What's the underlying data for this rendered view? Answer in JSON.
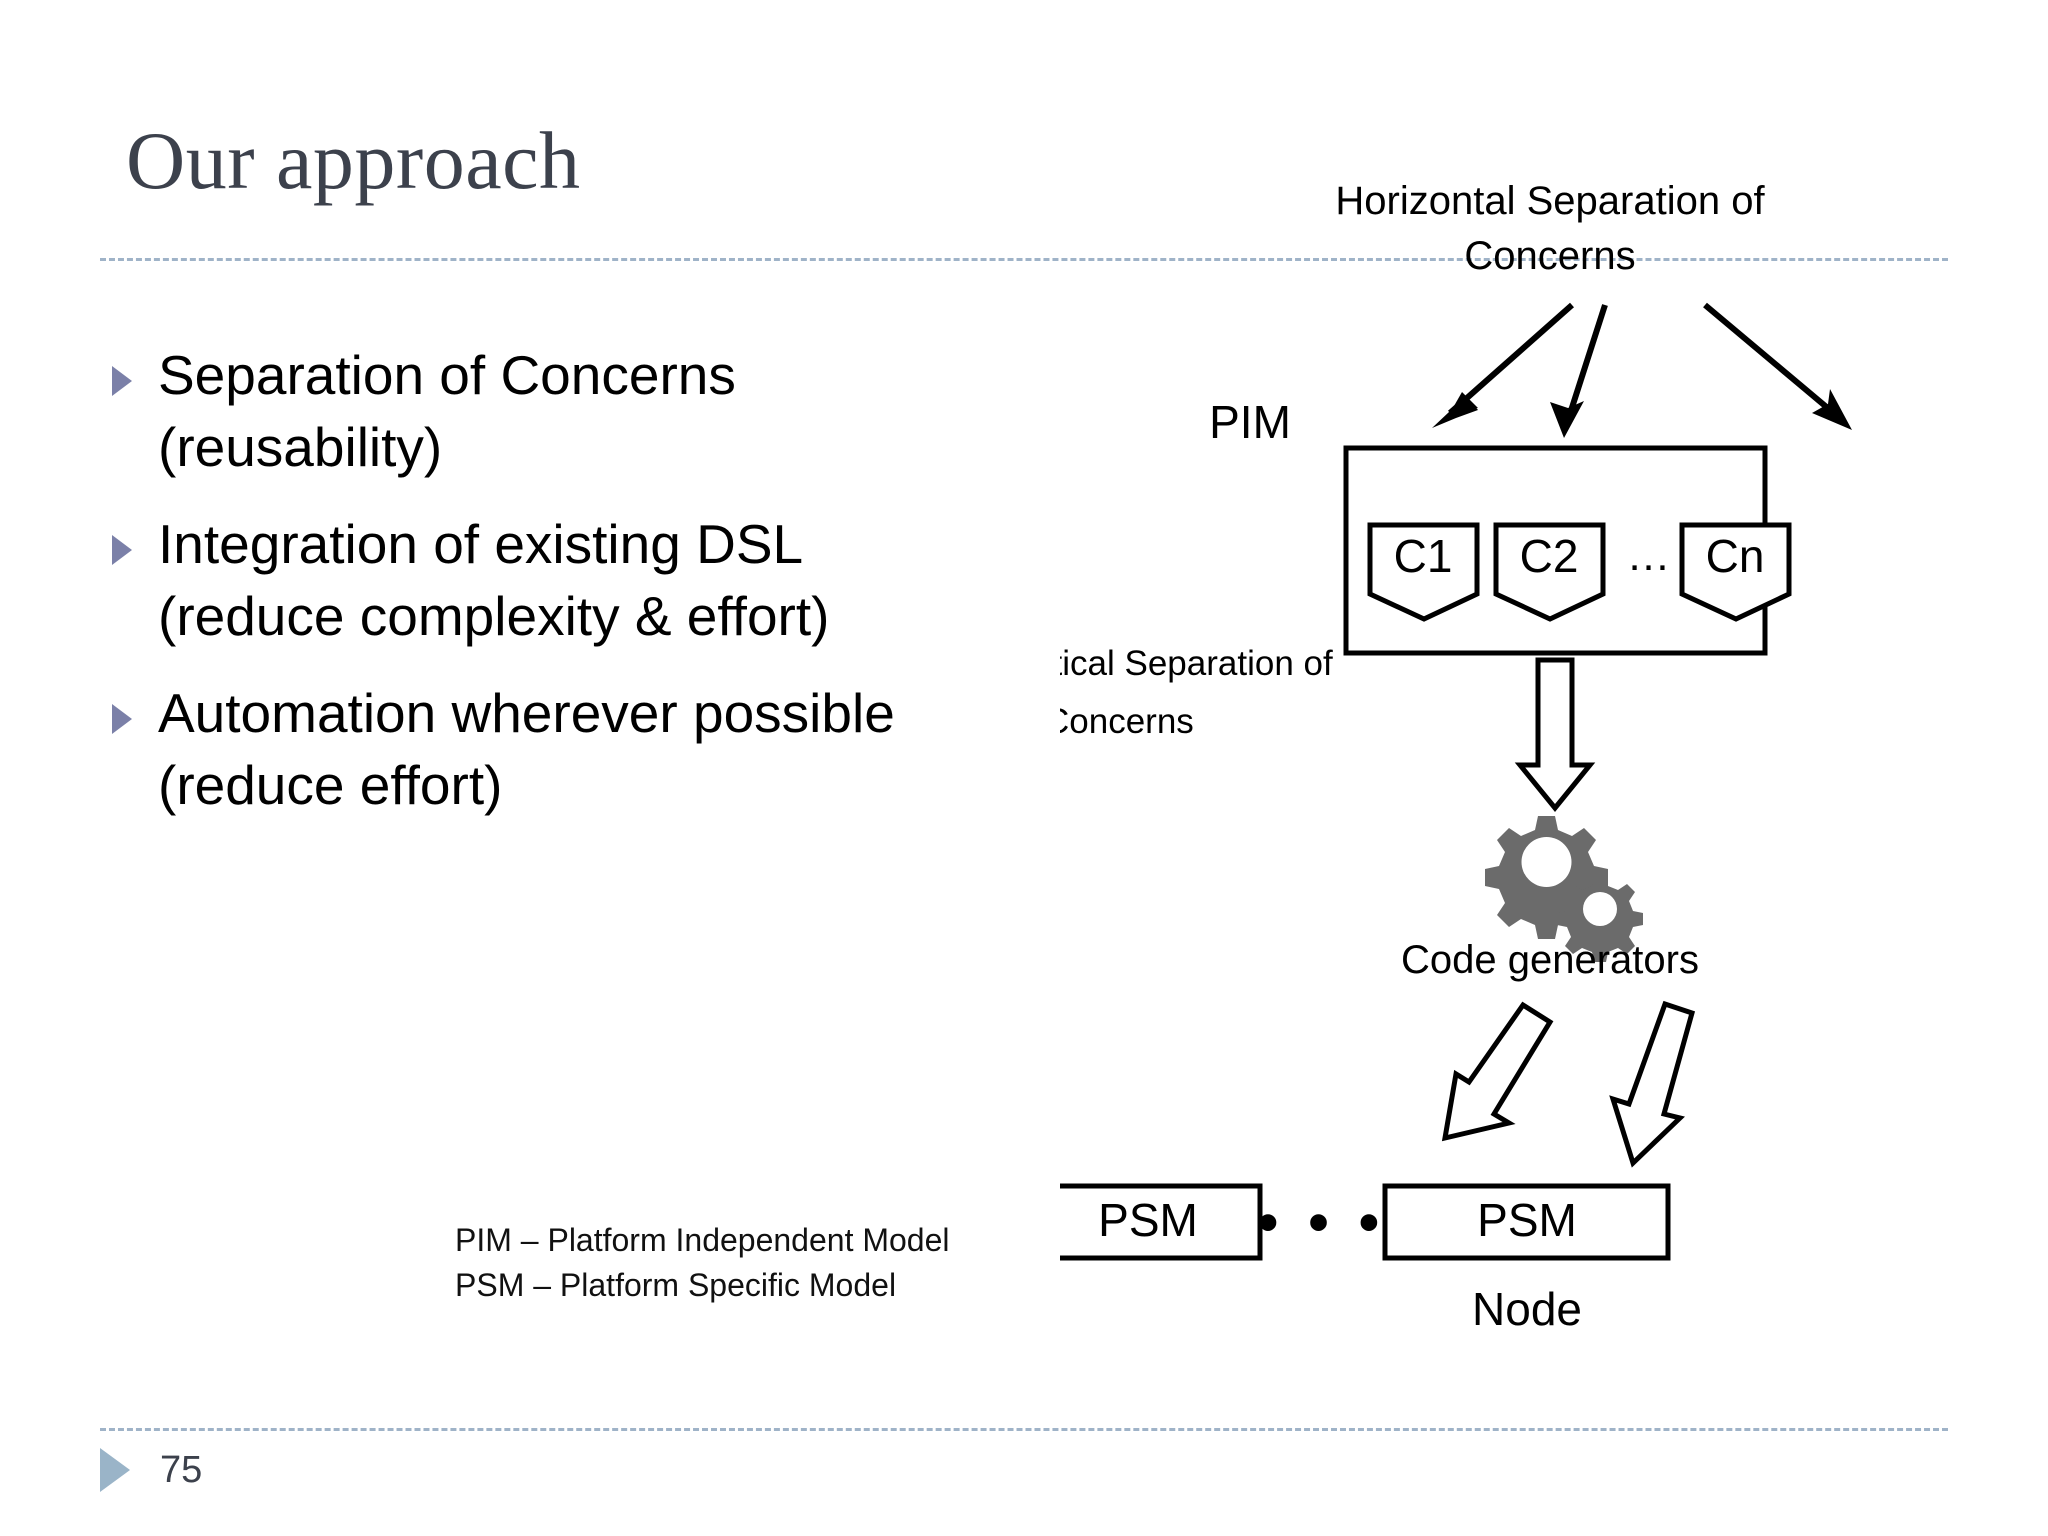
{
  "slide": {
    "title": "Our approach",
    "page_number": "75",
    "accent_bullet_color": "#7b80a8",
    "footer_marker_color": "#9ab4c8",
    "rule_color": "#9fb3c8",
    "title_color": "#3c414c",
    "gear_color": "#6b6b6b"
  },
  "bullets": [
    {
      "marker": "triangle-bullet-icon",
      "text": "Separation of Concerns (reusability)"
    },
    {
      "marker": "triangle-bullet-icon",
      "text": "Integration of existing DSL (reduce complexity & effort)"
    },
    {
      "marker": "triangle-bullet-icon",
      "text": "Automation wherever possible (reduce effort)"
    }
  ],
  "legend": {
    "line1": "PIM – Platform Independent Model",
    "line2": "PSM – Platform Specific Model"
  },
  "diagram": {
    "horizontal_label_line1": "Horizontal Separation of",
    "horizontal_label_line2": "Concerns",
    "vertical_label_line1": "Vertical Separation of",
    "vertical_label_line2": "Concerns",
    "pim_label": "PIM",
    "components": [
      {
        "label": "C1"
      },
      {
        "label": "C2"
      },
      {
        "label": "Cn"
      }
    ],
    "component_ellipsis": "…",
    "code_generators_label": "Code generators",
    "psm_left_label": "PSM",
    "psm_right_label": "PSM",
    "psm_ellipsis": "• • •",
    "node_label": "Node"
  }
}
